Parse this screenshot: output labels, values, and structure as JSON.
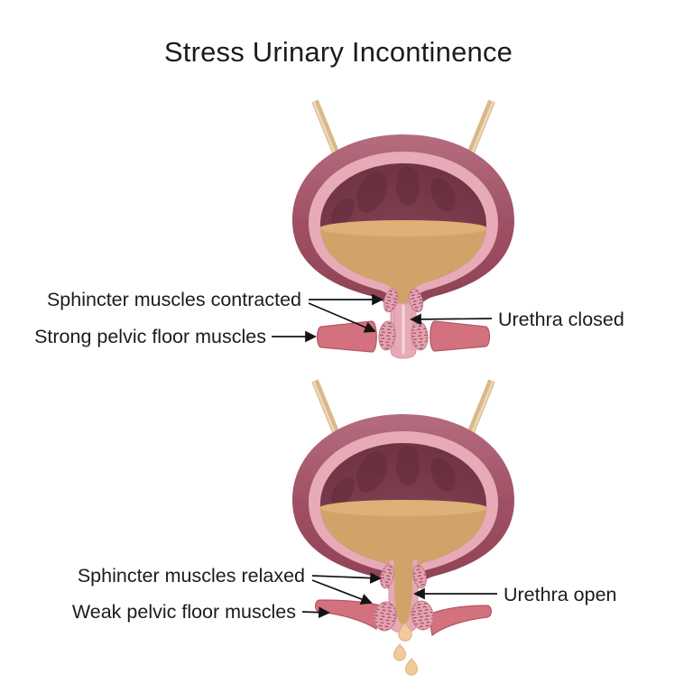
{
  "title": "Stress Urinary Incontinence",
  "diagram_top": {
    "sphincter_label": "Sphincter muscles contracted",
    "pelvic_floor_label": "Strong pelvic floor muscles",
    "urethra_label": "Urethra closed"
  },
  "diagram_bottom": {
    "sphincter_label": "Sphincter muscles relaxed",
    "pelvic_floor_label": "Weak pelvic floor muscles",
    "urethra_label": "Urethra open"
  },
  "colors": {
    "background": "#ffffff",
    "text": "#1c1c1c",
    "arrow": "#141414",
    "bladder_wall": "#a05064",
    "bladder_wall_light": "#b46d7f",
    "bladder_lining": "#e7aab7",
    "bladder_cavity": "#7e3b4d",
    "cavity_folds": "#5d2938",
    "urine": "#d2a368",
    "urine_surface": "#ddb177",
    "urine_drop": "#f0cb9c",
    "muscle_band": "#d4717e",
    "sphincter_stipple": "#a34a5d",
    "ureter": "#d9b88c"
  }
}
